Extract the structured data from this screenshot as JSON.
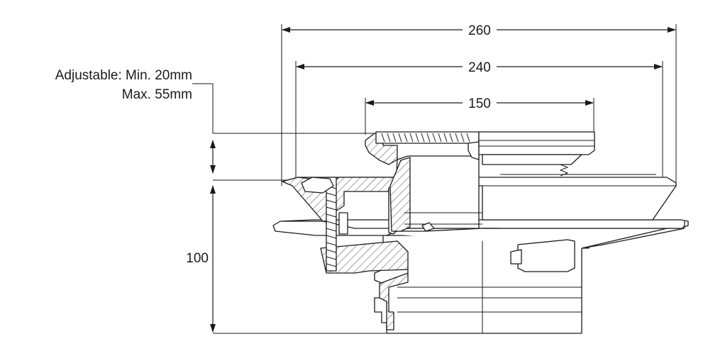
{
  "dimensions": {
    "overall_width": "260",
    "flange_width": "240",
    "grate_width": "150",
    "height": "100",
    "adjustable_line1": "Adjustable: Min. 20mm",
    "adjustable_line2": "Max. 55mm"
  },
  "colors": {
    "line": "#1a1a1a",
    "background": "#ffffff"
  }
}
